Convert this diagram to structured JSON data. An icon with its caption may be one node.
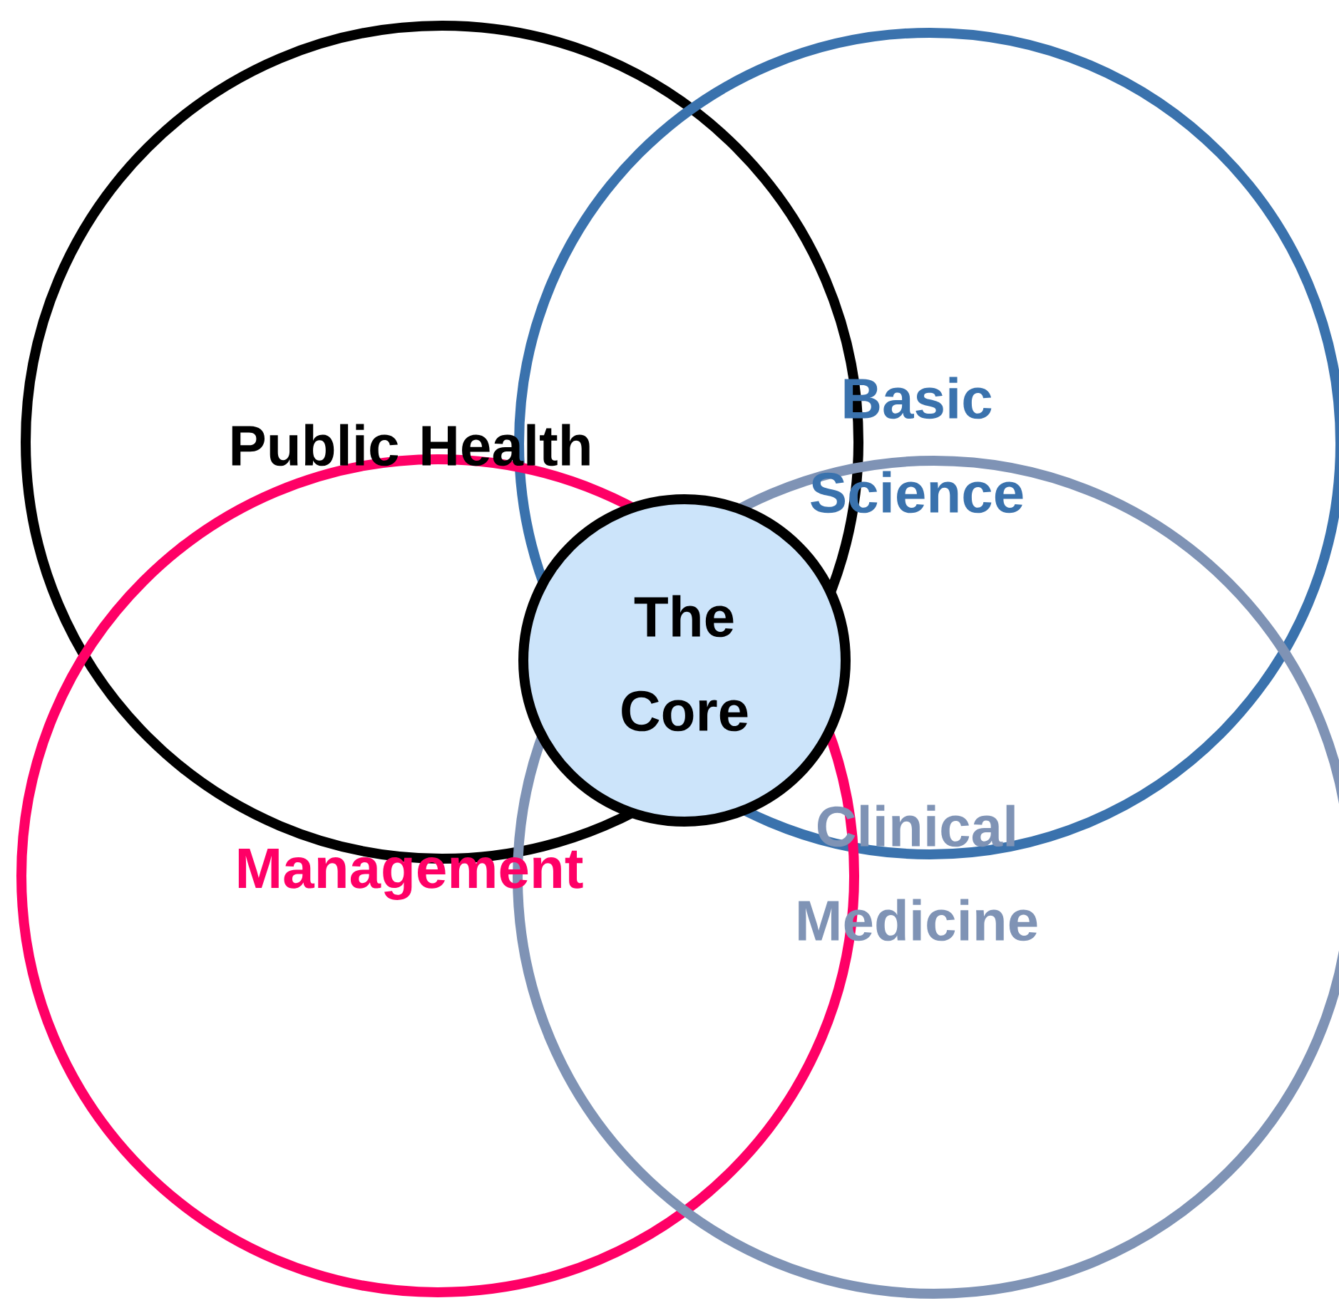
{
  "diagram": {
    "nodes": [
      {
        "text": [
          "Public Health"
        ]
      },
      {
        "text": [
          "Basic Science"
        ]
      },
      {
        "text": [
          "Management"
        ]
      },
      {
        "text": [
          "Clinical Medicine"
        ]
      },
      {
        "text": [
          "The Core"
        ]
      }
    ]
  }
}
